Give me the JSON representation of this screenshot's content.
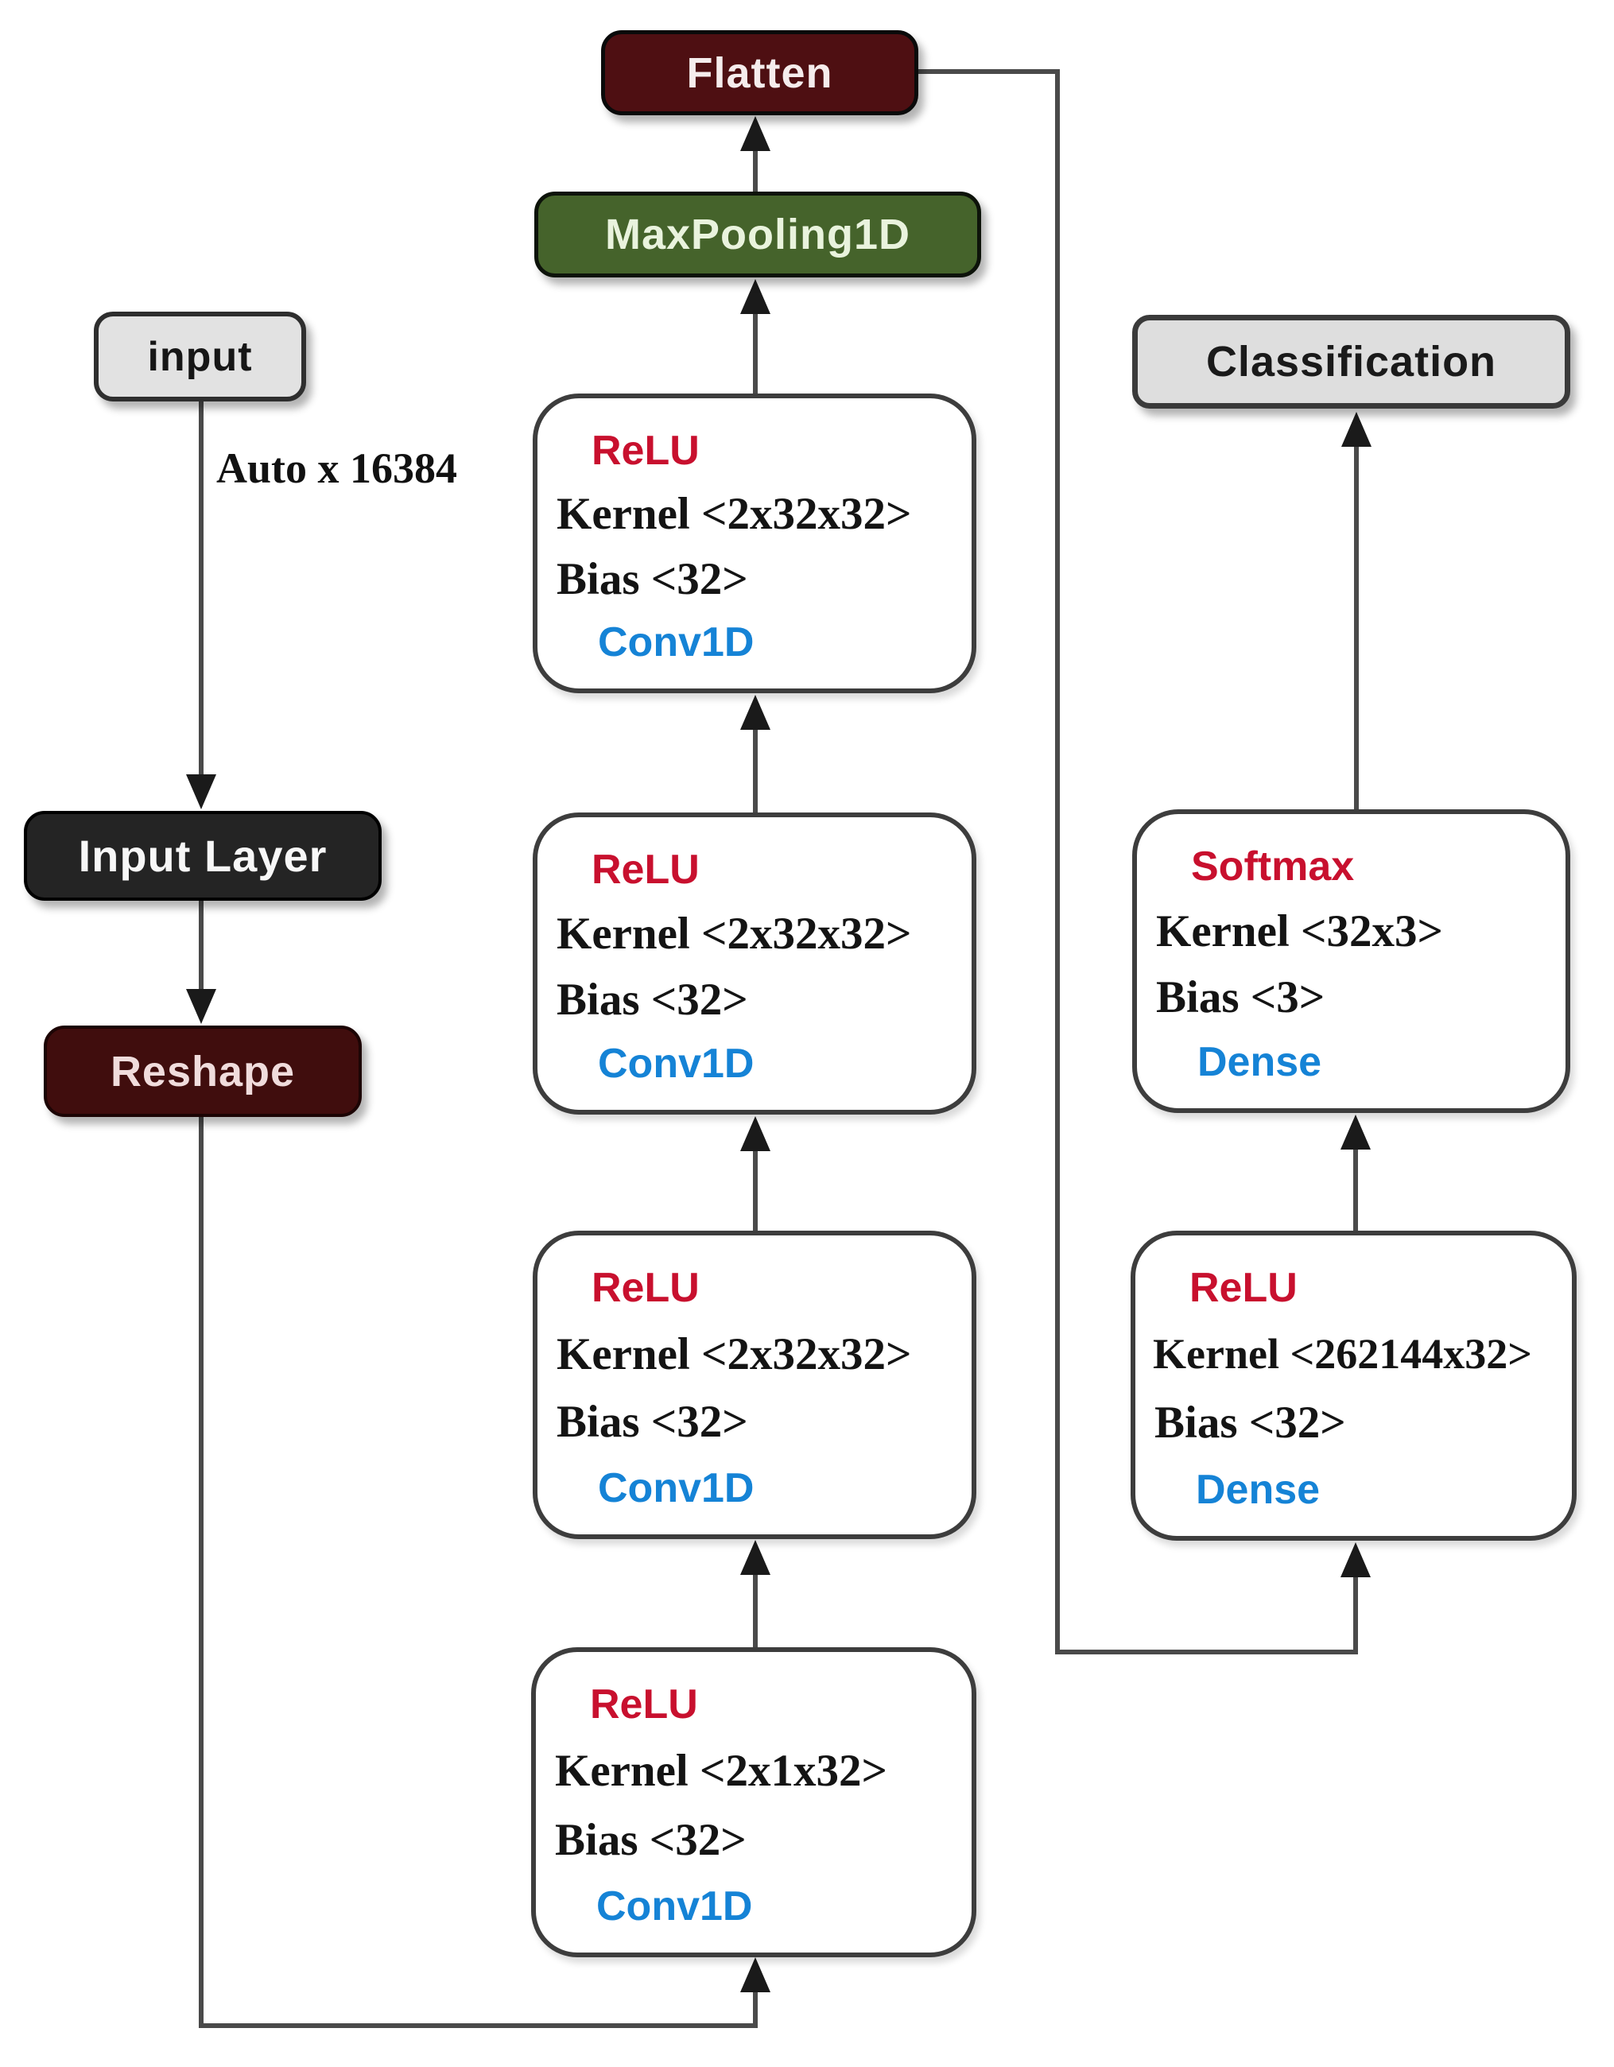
{
  "colors": {
    "activation_red": "#c8102e",
    "layer_type_blue": "#1583d6",
    "flatten_maroon": "#4e0f12",
    "reshape_maroon": "#400d0d",
    "input_layer_dark": "#242424",
    "maxpool_green": "#45632b",
    "io_pill_gray": "#e0e0e0",
    "wire_gray": "#4a4a4a"
  },
  "nodes": {
    "input": {
      "label": "input"
    },
    "input_layer": {
      "label": "Input Layer"
    },
    "reshape": {
      "label": "Reshape"
    },
    "flatten": {
      "label": "Flatten"
    },
    "maxpooling": {
      "label": "MaxPooling1D"
    },
    "classification": {
      "label": "Classification"
    }
  },
  "annotation": {
    "input_shape": "Auto x 16384"
  },
  "conv_blocks": [
    {
      "activation": "ReLU",
      "kernel": "Kernel <2x32x32>",
      "bias": "Bias <32>",
      "layer": "Conv1D"
    },
    {
      "activation": "ReLU",
      "kernel": "Kernel <2x32x32>",
      "bias": "Bias <32>",
      "layer": "Conv1D"
    },
    {
      "activation": "ReLU",
      "kernel": "Kernel <2x32x32>",
      "bias": "Bias <32>",
      "layer": "Conv1D"
    },
    {
      "activation": "ReLU",
      "kernel": "Kernel <2x1x32>",
      "bias": "Bias <32>",
      "layer": "Conv1D"
    }
  ],
  "dense_blocks": [
    {
      "activation": "Softmax",
      "kernel": "Kernel <32x3>",
      "bias": "Bias <3>",
      "layer": "Dense"
    },
    {
      "activation": "ReLU",
      "kernel": "Kernel <262144x32>",
      "bias": "Bias <32>",
      "layer": "Dense"
    }
  ]
}
